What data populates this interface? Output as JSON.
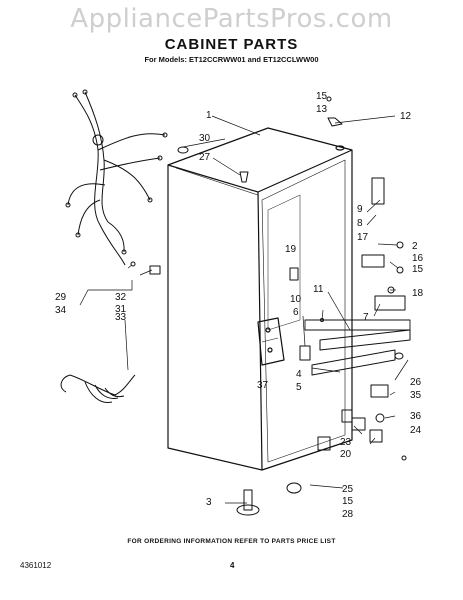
{
  "watermark": "AppliancePartsPros.com",
  "title": "CABINET PARTS",
  "subtitle": "For Models: ET12CCRWW01 and ET12CCLWW00",
  "callouts": [
    "15",
    "13",
    "12",
    "1",
    "30",
    "27",
    "9",
    "8",
    "17",
    "2",
    "16",
    "15",
    "19",
    "18",
    "11",
    "10",
    "6",
    "7",
    "29",
    "32",
    "31",
    "34",
    "33",
    "26",
    "37",
    "35",
    "4",
    "5",
    "36",
    "24",
    "23",
    "20",
    "3",
    "25",
    "15",
    "28"
  ],
  "footer": "FOR ORDERING INFORMATION REFER TO PARTS PRICE LIST",
  "part_number": "4361012",
  "page_number": "4"
}
